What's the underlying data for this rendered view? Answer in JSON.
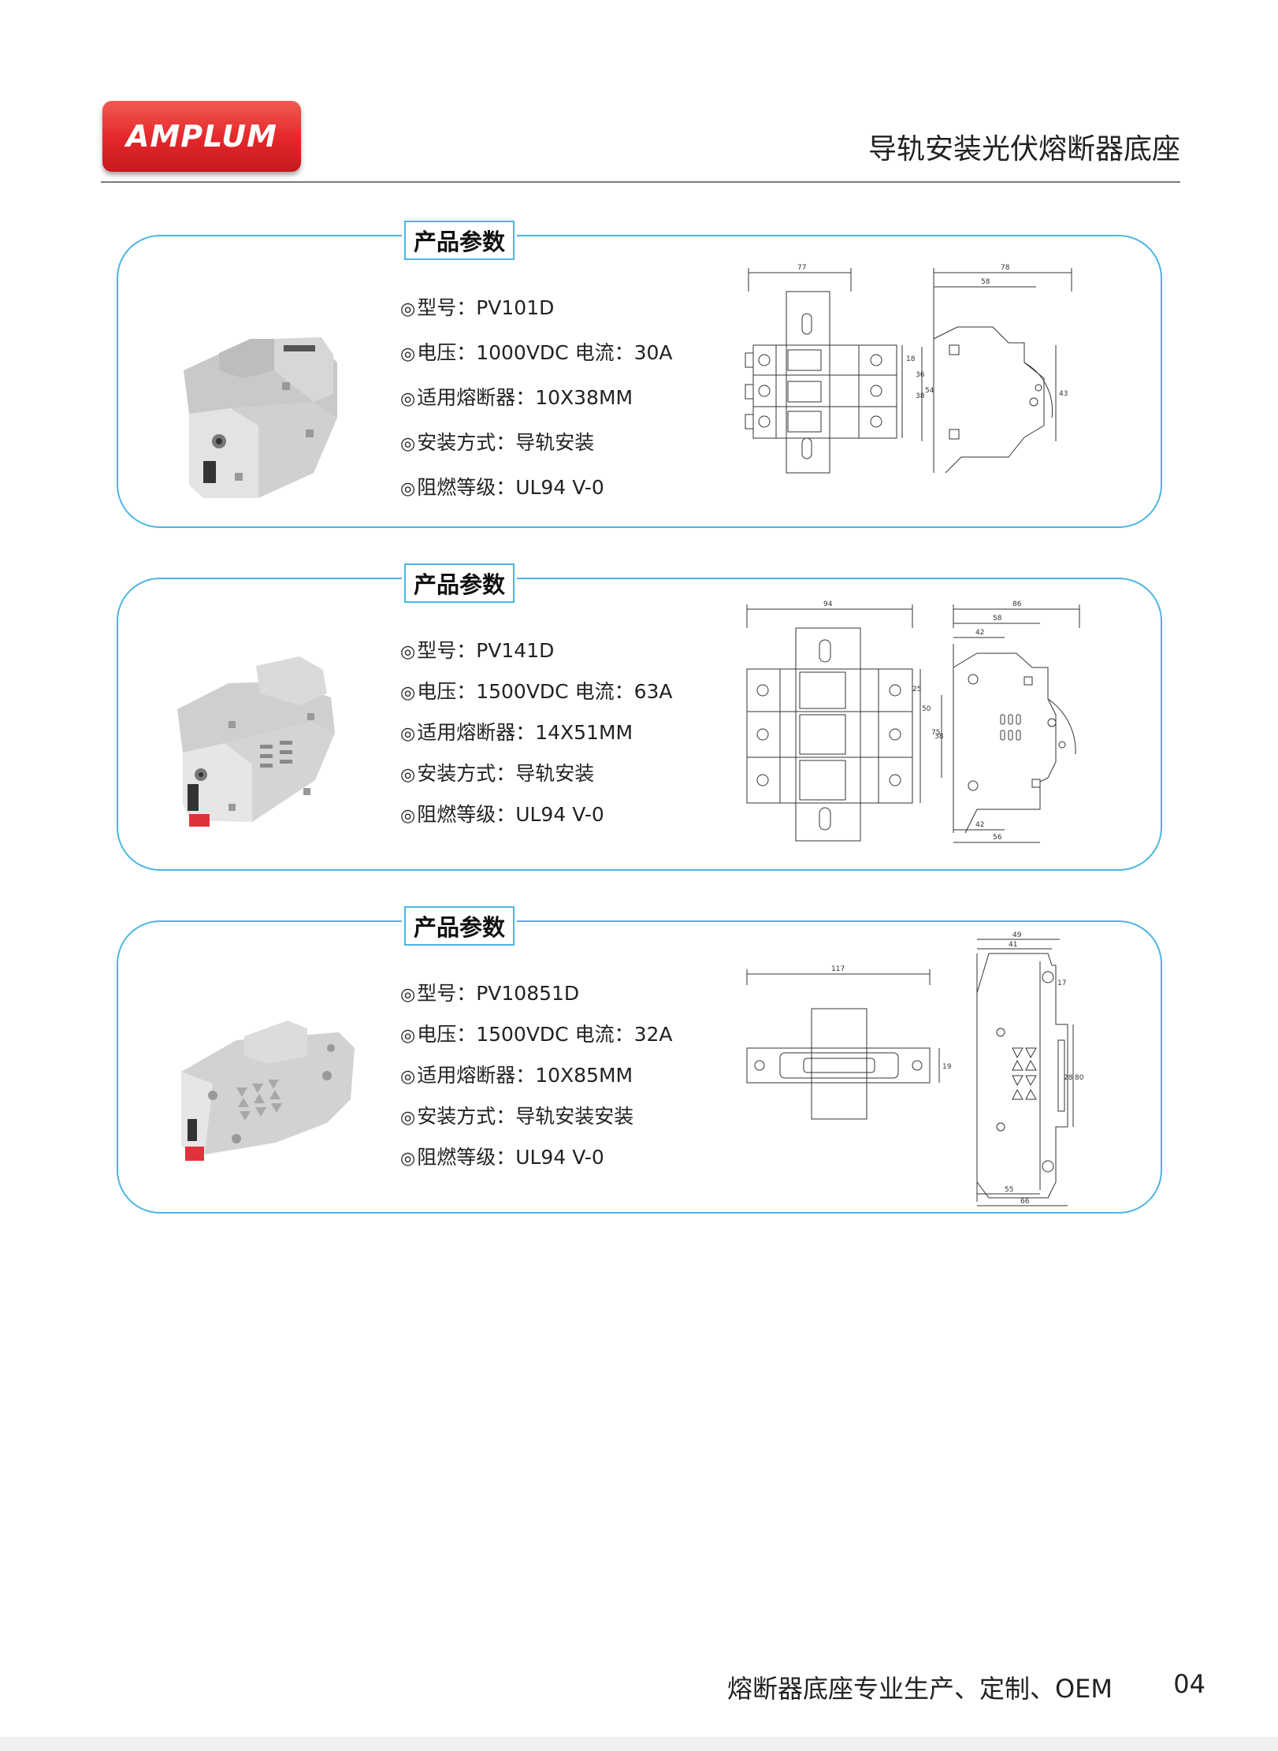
{
  "header": {
    "logo_text": "AMPLUM",
    "title": "导轨安装光伏熔断器底座"
  },
  "products": [
    {
      "section_label": "产品参数",
      "mark": "◎",
      "specs": [
        "型号：PV101D",
        "电压：1000VDC 电流：30A",
        "适用熔断器：10X38MM",
        "安装方式：导轨安装",
        "阻燃等级：UL94 V-0"
      ],
      "dimensions": [
        "77",
        "78",
        "58",
        "18",
        "36",
        "54",
        "38",
        "43"
      ]
    },
    {
      "section_label": "产品参数",
      "mark": "◎",
      "specs": [
        "型号：PV141D",
        "电压：1500VDC 电流：63A",
        "适用熔断器：14X51MM",
        "安装方式：导轨安装",
        "阻燃等级：UL94 V-0"
      ],
      "dimensions": [
        "94",
        "86",
        "58",
        "42",
        "25",
        "50",
        "75",
        "38",
        "42",
        "56"
      ]
    },
    {
      "section_label": "产品参数",
      "mark": "◎",
      "specs": [
        "型号：PV10851D",
        "电压：1500VDC 电流：32A",
        "适用熔断器：10X85MM",
        "安装方式：导轨安装安装",
        "阻燃等级：UL94 V-0"
      ],
      "dimensions": [
        "117",
        "49",
        "41",
        "17",
        "19",
        "28",
        "80",
        "55",
        "66"
      ]
    }
  ],
  "footer": {
    "text": "熔断器底座专业生产、定制、OEM",
    "page_number": "04"
  },
  "colors": {
    "brand_red": "#e3262a",
    "panel_border": "#4bb6e2"
  }
}
